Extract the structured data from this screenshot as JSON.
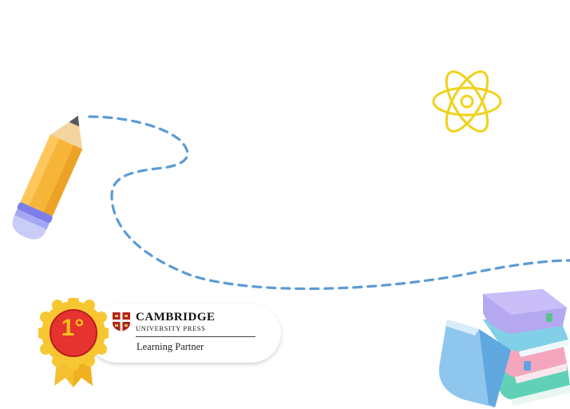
{
  "badge": {
    "rank": "1°",
    "brand_name": "CAMBRIDGE",
    "brand_sub": "UNIVERSITY PRESS",
    "tagline": "Learning Partner"
  },
  "colors": {
    "path": "#5b9bd5",
    "atom": "#f0d21c",
    "pencil": "#f7b538",
    "eraser": "#8f95f2",
    "medal_red": "#e7332f",
    "medal_gold": "#f5c030"
  },
  "icons": [
    "pencil-icon",
    "atom-icon",
    "books-icon",
    "medal-icon",
    "cambridge-shield-icon"
  ]
}
